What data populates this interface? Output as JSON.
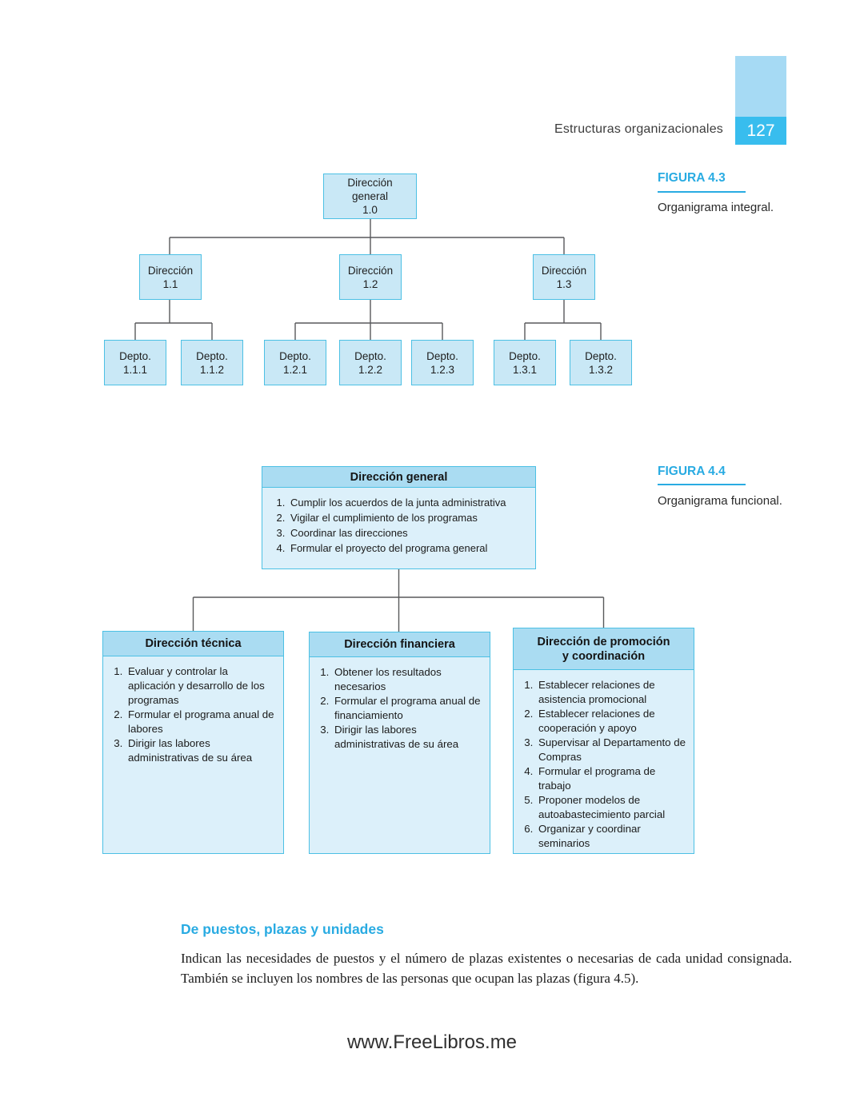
{
  "header": {
    "running_head": "Estructuras organizacionales",
    "page_number": "127"
  },
  "colors": {
    "accent": "#29abe2",
    "box_border": "#4cc0e4",
    "box_fill": "#c9e8f6",
    "band_fill": "#aadcf2",
    "body_fill": "#dcf0fa",
    "line": "#58595b",
    "tab_light": "#a6daf4",
    "tab_dark": "#38bdee"
  },
  "figura43": {
    "label": "FIGURA 4.3",
    "caption": "Organigrama integral.",
    "nodes": {
      "root": "Dirección\ngeneral\n1.0",
      "d11": "Dirección\n1.1",
      "d12": "Dirección\n1.2",
      "d13": "Dirección\n1.3",
      "p111": "Depto.\n1.1.1",
      "p112": "Depto.\n1.1.2",
      "p121": "Depto.\n1.2.1",
      "p122": "Depto.\n1.2.2",
      "p123": "Depto.\n1.2.3",
      "p131": "Depto.\n1.3.1",
      "p132": "Depto.\n1.3.2"
    }
  },
  "figura44": {
    "label": "FIGURA 4.4",
    "caption": "Organigrama funcional.",
    "general": {
      "title": "Dirección general",
      "items": [
        "Cumplir los acuerdos de la junta administrativa",
        "Vigilar el cumplimiento de los programas",
        "Coordinar las direcciones",
        "Formular el proyecto del programa general"
      ]
    },
    "tecnica": {
      "title": "Dirección técnica",
      "items": [
        "Evaluar y controlar la aplicación y desarrollo de los programas",
        "Formular el programa anual de labores",
        "Dirigir las labores administrativas de su área"
      ]
    },
    "financiera": {
      "title": "Dirección financiera",
      "items": [
        "Obtener los resultados necesarios",
        "Formular el programa anual de financiamiento",
        "Dirigir las labores administrativas de su área"
      ]
    },
    "promocion": {
      "title": "Dirección de promoción\ny coordinación",
      "items": [
        "Establecer relaciones de asistencia promocional",
        "Establecer relaciones de cooperación y apoyo",
        "Supervisar al Departamento de Compras",
        "Formular el programa de trabajo",
        "Proponer modelos de autoabastecimiento parcial",
        "Organizar y coordinar seminarios"
      ]
    }
  },
  "section": {
    "heading": "De puestos, plazas y unidades",
    "paragraph": "Indican las necesidades de puestos y el número de plazas existentes o necesarias de cada unidad consignada. También se incluyen los nombres de las personas que ocupan las plazas (figura 4.5)."
  },
  "footer": {
    "watermark": "www.FreeLibros.me"
  }
}
